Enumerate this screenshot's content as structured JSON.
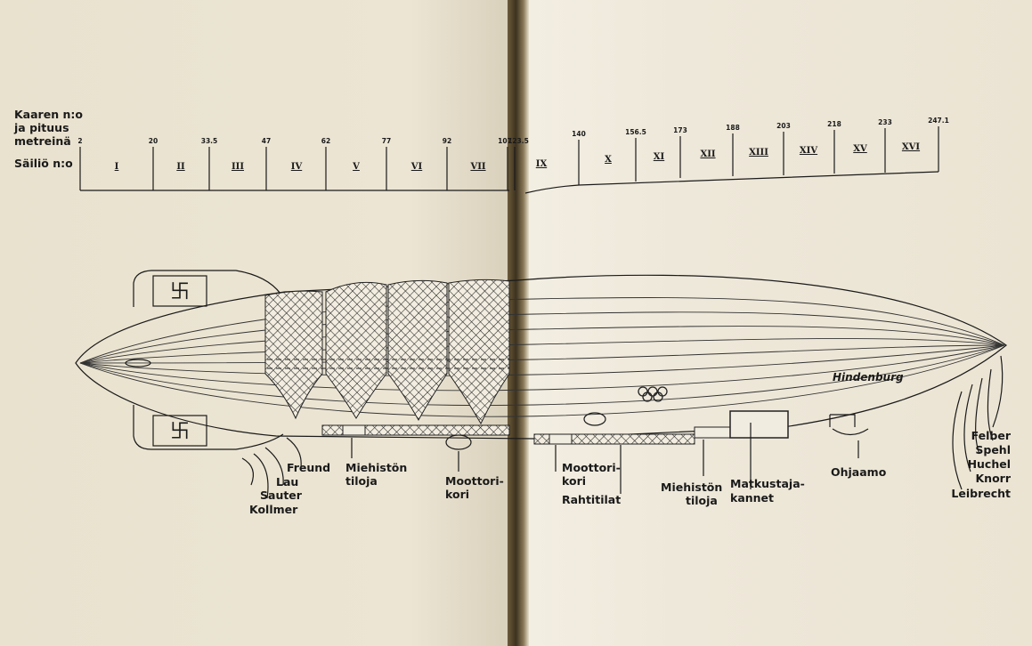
{
  "scale": {
    "heading": [
      "Kaaren n:o",
      "ja pituus",
      "metreinä"
    ],
    "cell_heading": "Säiliö n:o",
    "ticks": [
      "2",
      "20",
      "33.5",
      "47",
      "62",
      "77",
      "92",
      "107",
      "123.5",
      "140",
      "156.5",
      "173",
      "188",
      "203",
      "218",
      "233",
      "247.1"
    ],
    "cells": [
      "I",
      "II",
      "III",
      "IV",
      "V",
      "VI",
      "VII",
      "IX",
      "X",
      "XI",
      "XII",
      "XIII",
      "XIV",
      "XV",
      "XVI"
    ]
  },
  "airship": {
    "name": "Hindenburg"
  },
  "labels": {
    "tail_crew": [
      "Freund",
      "Lau",
      "Sauter",
      "Kollmer"
    ],
    "crew_quarters_1": [
      "Miehistön",
      "tiloja"
    ],
    "engine_car_1": [
      "Moottori-",
      "kori"
    ],
    "engine_car_2": [
      "Moottori-",
      "kori"
    ],
    "cargo": "Rahtitilat",
    "crew_quarters_2": [
      "Miehistön",
      "tiloja"
    ],
    "passenger_decks": [
      "Matkustaja-",
      "kannet"
    ],
    "control_car": "Ohjaamo",
    "nose_crew": [
      "Felber",
      "Spehl",
      "Huchel",
      "Knorr",
      "Leibrecht"
    ]
  }
}
